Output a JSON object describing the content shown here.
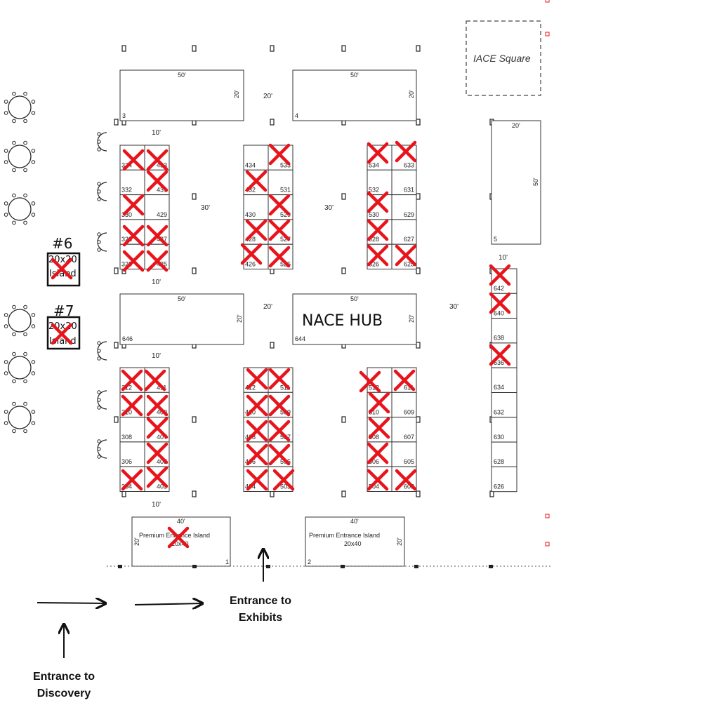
{
  "title_text": {
    "nace_hub": "NACE HUB",
    "iace_square": "IACE Square",
    "entrance_exhibits": [
      "Entrance to",
      "Exhibits"
    ],
    "entrance_discovery": [
      "Entrance to",
      "Discovery"
    ]
  },
  "islands": {
    "six": {
      "num": "#6",
      "size": "20x20",
      "type": "Island"
    },
    "seven": {
      "num": "#7",
      "size": "20x20",
      "type": "Island"
    },
    "premium1": {
      "name": "Premium Entrance Island",
      "size": "20x40",
      "w": "40'",
      "h": "20'",
      "no": "1"
    },
    "premium2": {
      "name": "Premium Entrance Island",
      "size": "20x40",
      "w": "40'",
      "h": "20'",
      "no": "2"
    }
  },
  "big_booths": [
    {
      "no": "3",
      "w": "50'",
      "h": "20'"
    },
    {
      "no": "4",
      "w": "50'",
      "h": "20'"
    },
    {
      "no": "5",
      "w": "20'",
      "h": "50'"
    },
    {
      "no": "646",
      "w": "50'",
      "h": "20'"
    },
    {
      "no": "644",
      "w": "50'",
      "h": "20'"
    }
  ],
  "dims": [
    "20'",
    "10'",
    "30'",
    "30'",
    "10'",
    "10'",
    "20'",
    "30'",
    "10'",
    "10'"
  ],
  "booths": {
    "upper_a": [
      "334",
      "433",
      "332",
      "431",
      "330",
      "429",
      "328",
      "427",
      "326",
      "425"
    ],
    "upper_b": [
      "434",
      "533",
      "432",
      "531",
      "430",
      "529",
      "428",
      "527",
      "426",
      "525"
    ],
    "upper_c": [
      "534",
      "633",
      "532",
      "631",
      "530",
      "629",
      "528",
      "627",
      "526",
      "625"
    ],
    "right_column": [
      "642",
      "640",
      "638",
      "636",
      "634",
      "632",
      "630",
      "628",
      "626"
    ],
    "lower_a": [
      "312",
      "411",
      "310",
      "409",
      "308",
      "407",
      "306",
      "405",
      "304",
      "403"
    ],
    "lower_b": [
      "412",
      "511",
      "410",
      "509",
      "408",
      "507",
      "406",
      "505",
      "404",
      "503"
    ],
    "lower_c": [
      "512",
      "611",
      "510",
      "609",
      "508",
      "607",
      "506",
      "605",
      "504",
      "603"
    ]
  },
  "sold_marker": "X",
  "colors": {
    "sold": "#e8141c",
    "lines": "#333333"
  }
}
